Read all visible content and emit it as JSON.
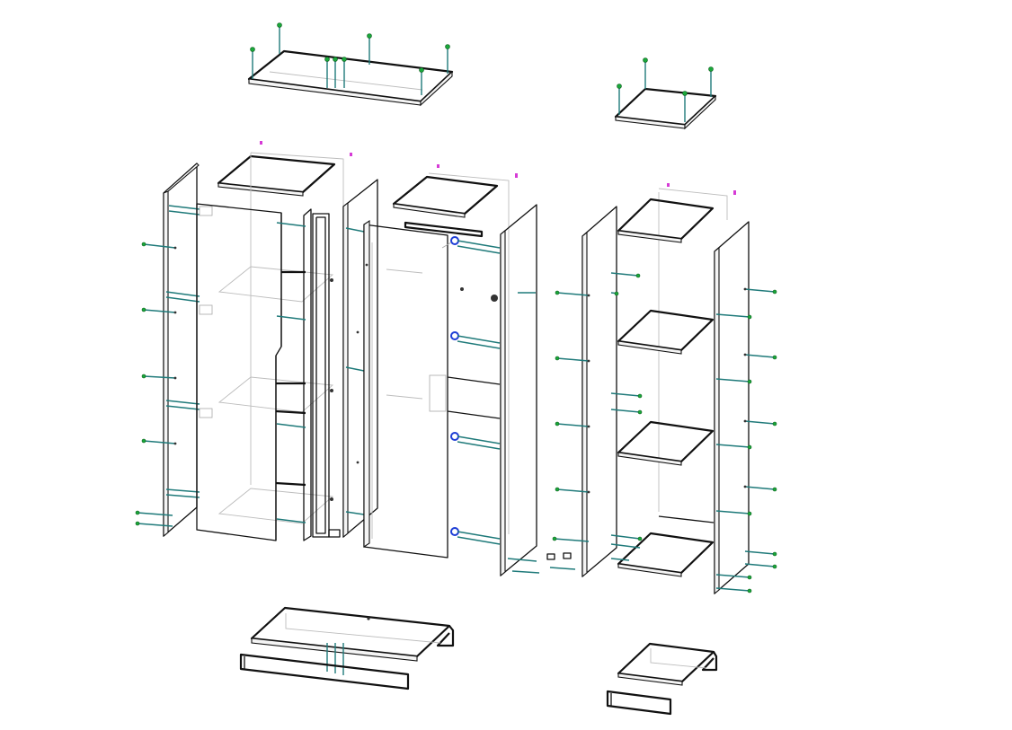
{
  "diagram": {
    "type": "exploded-assembly-drawing",
    "colors": {
      "panel_edge": "#111111",
      "hidden_line": "#bdbdbd",
      "dowel": "#1f7a7a",
      "pin_head": "#1aa83a",
      "cam_lock": "#1f3fd6",
      "part_mark": "#d63bd6"
    },
    "components": [
      "top-panel-large",
      "top-panel-small",
      "side-panel-left",
      "shelf-box-1",
      "door-panel-1",
      "side-panel-mid-1",
      "shelf-box-2",
      "door-panel-2",
      "side-panel-mid-2",
      "open-shelf-unit",
      "side-panel-right",
      "base-panel-large",
      "plinth-large",
      "base-panel-small",
      "plinth-small"
    ]
  }
}
